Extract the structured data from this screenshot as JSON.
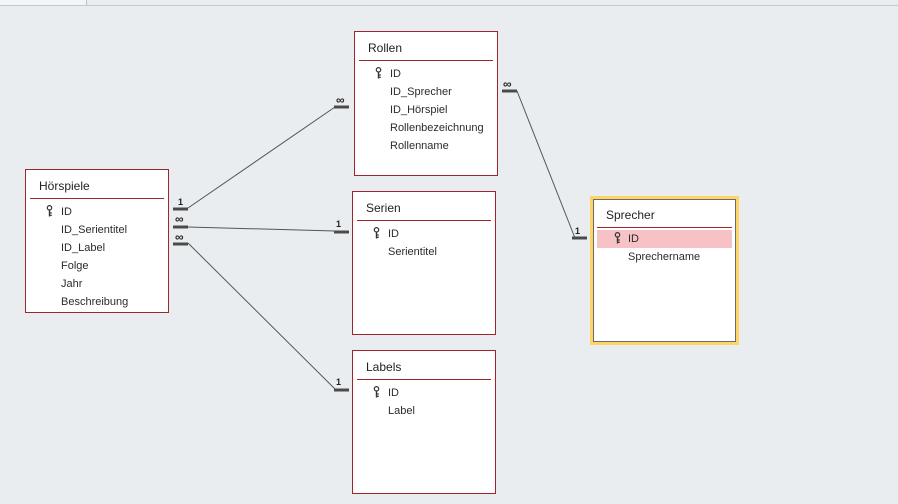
{
  "tables": {
    "hoerspiele": {
      "title": "Hörspiele",
      "fields": [
        "ID",
        "ID_Serientitel",
        "ID_Label",
        "Folge",
        "Jahr",
        "Beschreibung"
      ]
    },
    "rollen": {
      "title": "Rollen",
      "fields": [
        "ID",
        "ID_Sprecher",
        "ID_Hörspiel",
        "Rollenbezeichnung",
        "Rollenname"
      ]
    },
    "serien": {
      "title": "Serien",
      "fields": [
        "ID",
        "Serientitel"
      ]
    },
    "labels": {
      "title": "Labels",
      "fields": [
        "ID",
        "Label"
      ]
    },
    "sprecher": {
      "title": "Sprecher",
      "fields": [
        "ID",
        "Sprechername"
      ],
      "selected_field": "ID"
    }
  },
  "relationships": {
    "one": "1",
    "many": "∞"
  },
  "colors": {
    "canvas": "#eaedf0",
    "table_border": "#a0242c",
    "active_border": "#fdd465",
    "selected_field": "#f6c2c5",
    "line": "#555555"
  }
}
